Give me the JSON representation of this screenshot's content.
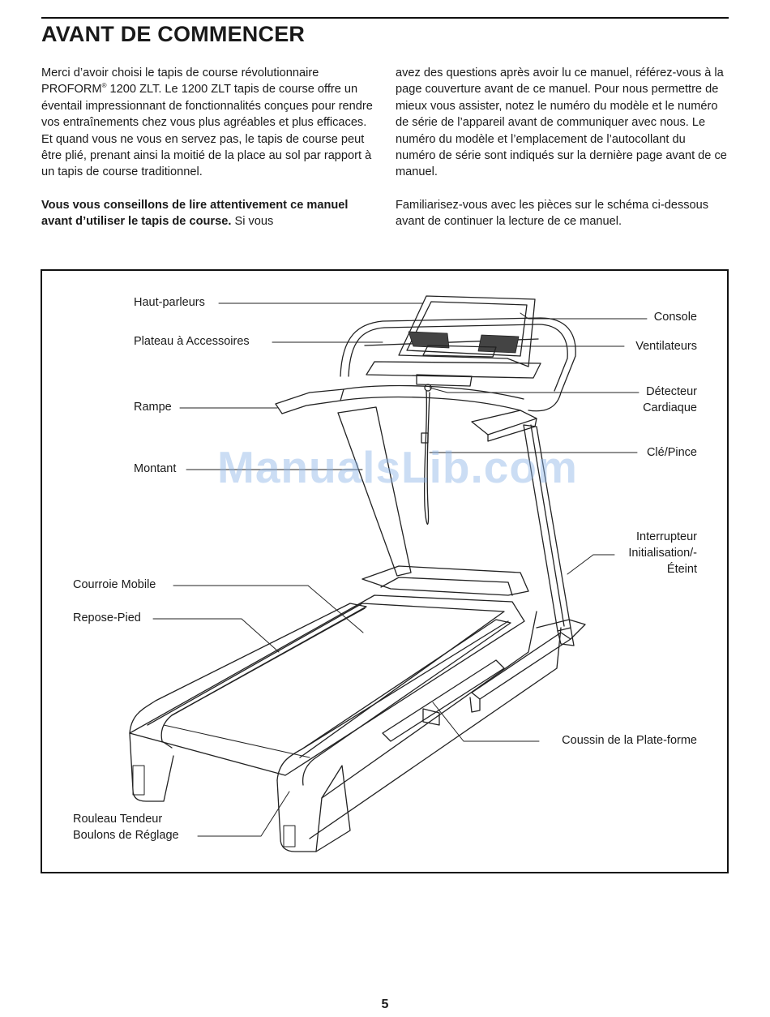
{
  "heading": "AVANT DE COMMENCER",
  "intro": {
    "p1_part1": "Merci d’avoir choisi le tapis de course révolutionnaire PROFORM",
    "registered_mark": "®",
    "p1_part2": " 1200 ZLT. Le 1200 ZLT tapis de course offre un éventail impressionnant de fonctionnalités conçues pour rendre vos entraînements chez vous plus agréables et plus efficaces. Et quand vous ne vous en servez pas, le tapis de course peut être plié, prenant ainsi la moitié de la place au sol par rapport à un tapis de course traditionnel.",
    "p2_bold": "Vous vous conseillons de lire attentivement ce manuel avant d’utiliser le tapis de course.",
    "p2_rest": " Si vous avez des questions après avoir lu ce manuel, référez-vous à la page couverture avant de ce manuel. Pour nous permettre de mieux vous assister, notez le numéro du modèle et le numéro de série de l’appareil avant de communiquer avec nous. Le numéro du modèle et l’emplacement de l’autocollant du numéro de série sont indiqués sur la dernière page avant de ce manuel.",
    "p3": "Familiarisez-vous avec les pièces sur le schéma ci-dessous avant de continuer la lecture de ce manuel."
  },
  "diagram_labels": {
    "haut_parleurs": "Haut-parleurs",
    "plateau": "Plateau à Accessoires",
    "rampe": "Rampe",
    "montant": "Montant",
    "courroie": "Courroie Mobile",
    "repose_pied": "Repose-Pied",
    "rouleau_line1": "Rouleau Tendeur",
    "rouleau_line2": "Boulons de Réglage",
    "console": "Console",
    "ventilateurs": "Ventilateurs",
    "detecteur_line1": "Détecteur",
    "detecteur_line2": "Cardiaque",
    "cle": "Clé/Pince",
    "interrupteur_line1": "Interrupteur",
    "interrupteur_line2": "Initialisation/-",
    "interrupteur_line3": "Éteint",
    "coussin": "Coussin de la Plate-forme"
  },
  "watermark": "ManualsLib.com",
  "page_number": "5"
}
